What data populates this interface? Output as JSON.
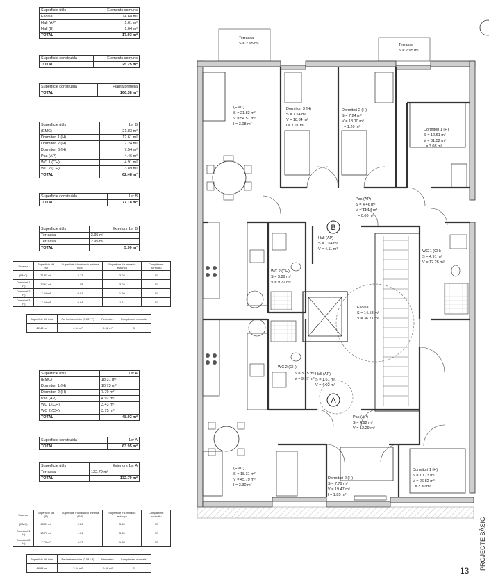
{
  "tables": {
    "t1": {
      "header": [
        "Superfície útils",
        "Elements comuns"
      ],
      "rows": [
        [
          "Escala",
          "14.68 m²"
        ],
        [
          "Hall (AP)",
          "1.61 m²"
        ],
        [
          "Hall (B)",
          "1.64 m²"
        ]
      ],
      "total": [
        "TOTAL",
        "17.93 m²"
      ]
    },
    "t2": {
      "header": [
        "Superfície construïda",
        "Elements comuns"
      ],
      "total": [
        "TOTAL",
        "25.25 m²"
      ]
    },
    "t3": {
      "header": [
        "Superfície construïda",
        "Planta primera"
      ],
      "total": [
        "TOTAL",
        "166.38 m²"
      ]
    },
    "t4": {
      "header": [
        "Superfície útils",
        "1er B"
      ],
      "rows": [
        [
          "(EMC)",
          "21.83 m²"
        ],
        [
          "Dormitori 1 (H)",
          "12.61 m²"
        ],
        [
          "Dormitori 2 (H)",
          "7.24 m²"
        ],
        [
          "Dormitori 3 (H)",
          "7.54 m²"
        ],
        [
          "Pas (AP)",
          "4.46 m²"
        ],
        [
          "WC 1 (CH)",
          "4.91 m²"
        ],
        [
          "WC 2 (CH)",
          "3.89 m²"
        ]
      ],
      "total": [
        "TOTAL",
        "62.48 m²"
      ]
    },
    "t5": {
      "header": [
        "Superfície construïda",
        "1er B"
      ],
      "total": [
        "TOTAL",
        "77.18 m²"
      ]
    },
    "t6": {
      "header": [
        "Superfície útils",
        "Exteriors 1er B"
      ],
      "rows": [
        [
          "Terrassa",
          "2.95 m²"
        ],
        [
          "Terrassa",
          "2.95 m²"
        ]
      ],
      "total": [
        "TOTAL",
        "5.90 m²"
      ]
    },
    "t7": {
      "header": [
        "Estança",
        "Superfície útil (S)",
        "Superfície il·luminació mínima (S/8)",
        "Superfície il·luminació estança",
        "Compliment normatiu"
      ],
      "rows": [
        [
          "(EMC)",
          "21.83 m²",
          "2.73",
          "3.08",
          "SÍ"
        ],
        [
          "Dormitori 1 (H)",
          "12.61 m²",
          "1.58",
          "3.08",
          "SÍ"
        ],
        [
          "Dormitori 2 (H)",
          "7.24 m²",
          "0.91",
          "1.20",
          "SÍ"
        ],
        [
          "Dormitori 3 (H)",
          "7.54 m²",
          "0.94",
          "1.11",
          "SÍ"
        ]
      ]
    },
    "t8": {
      "header": [
        "Superfície útil total",
        "Perímetre mínim (0.08 / P)",
        "Perímetre",
        "Compliment normatiu"
      ],
      "rows": [
        [
          "62.48 m²",
          "4.94 m²",
          "9.98 m²",
          "SÍ"
        ]
      ]
    },
    "t9": {
      "header": [
        "Superfície útils",
        "1er A"
      ],
      "rows": [
        [
          "(EMC)",
          "18.31 m²"
        ],
        [
          "Dormitori 1 (H)",
          "10.73 m²"
        ],
        [
          "Dormitori 2 (H)",
          "7.79 m²"
        ],
        [
          "Pas (AP)",
          "4.92 m²"
        ],
        [
          "WC 1 (CH)",
          "3.43 m²"
        ],
        [
          "WC 2 (CH)",
          "3.75 m²"
        ]
      ],
      "total": [
        "TOTAL",
        "48.93 m²"
      ]
    },
    "t10": {
      "header": [
        "Superfície construïda",
        "1er A"
      ],
      "total": [
        "TOTAL",
        "63.95 m²"
      ]
    },
    "t11": {
      "header": [
        "Superfície útils",
        "Exteriors 1er A"
      ],
      "rows": [
        [
          "Terrassa",
          "132.79 m²"
        ]
      ],
      "total": [
        "TOTAL",
        "132.79 m²"
      ]
    },
    "t12": {
      "header": [
        "Estança",
        "Superfície útil (S)",
        "Superfície il·luminació mínima (S/8)",
        "Superfície il·luminació estança",
        "Compliment normatiu"
      ],
      "rows": [
        [
          "(EMC)",
          "18.31 m²",
          "2.29",
          "3.30",
          "SÍ"
        ],
        [
          "Dormitori 1 (H)",
          "10.73 m²",
          "1.34",
          "3.30",
          "SÍ"
        ],
        [
          "Dormitori 2 (H)",
          "7.79 m²",
          "0.97",
          "1.85",
          "SÍ"
        ]
      ]
    },
    "t13": {
      "header": [
        "Superfície útil total",
        "Perímetre mínim (0.08 / P)",
        "Perímetre",
        "Compliment normatiu"
      ],
      "rows": [
        [
          "48.93 m²",
          "3.44 m²",
          "9.98 m²",
          "SÍ"
        ]
      ]
    }
  },
  "plan": {
    "terrassa_left": {
      "name": "Terrassa",
      "s": "S = 2.95 m²"
    },
    "terrassa_right": {
      "name": "Terrassa",
      "s": "S = 2.95 m²"
    },
    "emc_b": {
      "name": "(EMC)",
      "s": "S = 21.83 m²",
      "v": "V = 54.57 m³",
      "i": "I = 3.08 m²"
    },
    "dorm3_b": {
      "name": "Dormitori 3 (H)",
      "s": "S = 7.54 m²",
      "v": "V = 18.84 m³",
      "i": "I = 1.11 m²"
    },
    "dorm2_b": {
      "name": "Dormitori 2 (H)",
      "s": "S = 7.24 m²",
      "v": "V = 18.10 m³",
      "i": "I = 1.20 m²"
    },
    "dorm1_b": {
      "name": "Dormitori 1 (H)",
      "s": "S = 12.61 m²",
      "v": "V = 31.52 m³",
      "i": "I = 3.08 m²"
    },
    "pas_b": {
      "name": "Pas (AP)",
      "s": "S = 4.46 m²",
      "v": "V = 11.14 m³",
      "i": "I = 0.00 m²"
    },
    "hall_b": {
      "name": "Hall (AP)",
      "s": "S = 1.64 m²",
      "v": "V = 4.11 m³"
    },
    "wc1_b": {
      "name": "WC 1 (CH)",
      "s": "S = 4.91 m²",
      "v": "V = 12.28 m³"
    },
    "wc2_b": {
      "name": "WC 2 (CH)",
      "s": "S = 3.89 m²",
      "v": "V = 9.72 m³"
    },
    "escala": {
      "name": "Escala",
      "s": "S = 14.58 m²",
      "v": "V = 36.71 m³"
    },
    "wc2_a": {
      "name": "WC 2 (CH)",
      "s": "S = 3.75 m²",
      "v": "V = 9.37 m³"
    },
    "hall_a": {
      "name": "Hall (AP)",
      "s": "S = 1.61 m²",
      "v": "V = 4.02 m³"
    },
    "pas_a": {
      "name": "Pas (AP)",
      "s": "S = 4.92 m²",
      "v": "V = 12.29 m³"
    },
    "emc_a": {
      "name": "(EMC)",
      "s": "S = 18.31 m²",
      "v": "V = 45.79 m³",
      "i": "I = 3.30 m²"
    },
    "dorm2_a": {
      "name": "Dormitori 2 (H)",
      "s": "S = 7.79 m²",
      "v": "V = 19.47 m³",
      "i": "I = 1.85 m²"
    },
    "dorm1_a": {
      "name": "Dormitori 1 (H)",
      "s": "S = 10.73 m²",
      "v": "V = 26.82 m³",
      "i": "I = 3.30 m²"
    },
    "marker_b": "B",
    "marker_a": "A",
    "side_label": "PROJECTE BÀSIC",
    "page_number": "13"
  }
}
